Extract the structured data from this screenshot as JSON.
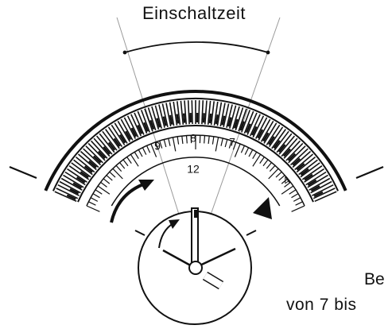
{
  "title": "Einschaltzeit",
  "dial": {
    "inner_numbers": [
      "9",
      "8",
      "7"
    ],
    "clock_top_number": "12",
    "side_number": "4"
  },
  "side_text": {
    "line1": "Be",
    "line2": "von 7 bis"
  },
  "colors": {
    "ink": "#111111",
    "guide_lines": "#9a9a9a",
    "background": "#ffffff"
  },
  "icons": [
    "direction-arrow-left",
    "direction-arrow-right",
    "clock-rotation-arrow",
    "clock-hands"
  ]
}
